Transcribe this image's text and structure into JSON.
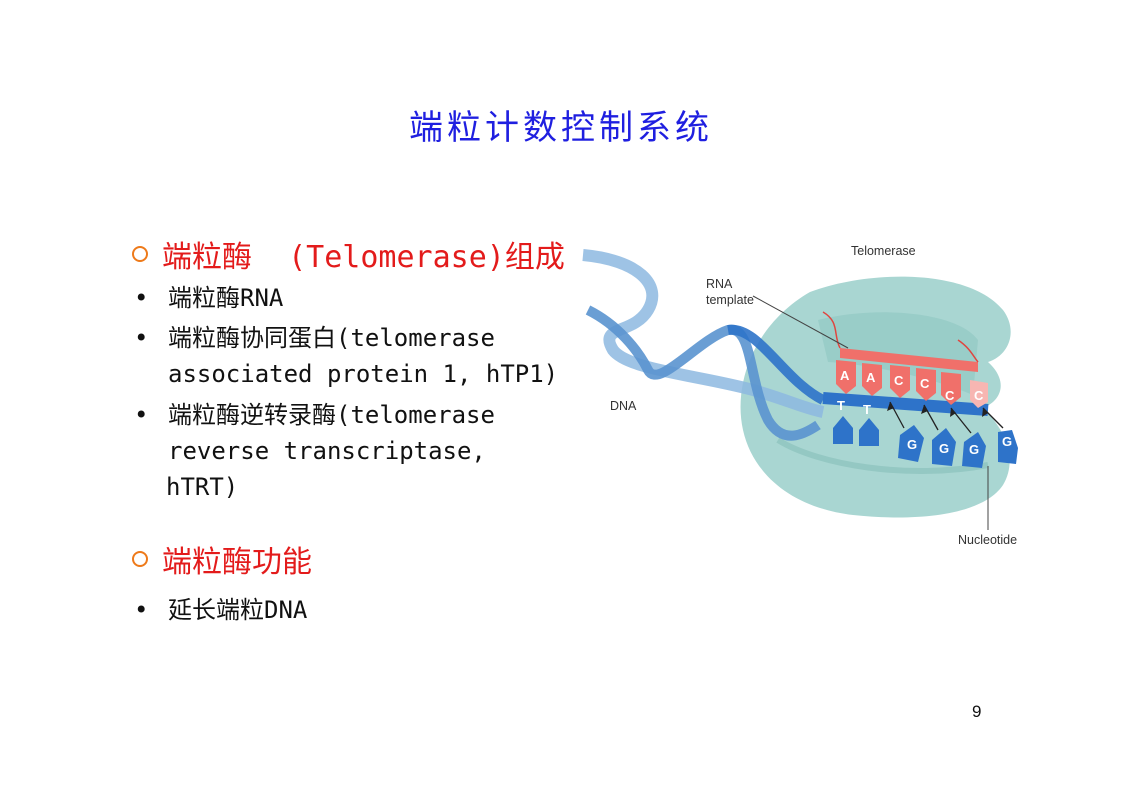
{
  "slide": {
    "title": "端粒计数控制系统",
    "page_number": "9"
  },
  "section1": {
    "heading": "端粒酶  (Telomerase)组成",
    "bullets": [
      {
        "text": "端粒酶RNA"
      },
      {
        "line1": "端粒酶协同蛋白(telomerase",
        "line2": "associated protein 1, hTP1)"
      },
      {
        "line1": "端粒酶逆转录酶(telomerase",
        "line2": "reverse transcriptase,",
        "line3": "hTRT)"
      }
    ]
  },
  "section2": {
    "heading": "端粒酶功能",
    "bullets": [
      {
        "text": "延长端粒DNA"
      }
    ]
  },
  "diagram": {
    "label_telomerase": "Telomerase",
    "label_rna_line1": "RNA",
    "label_rna_line2": "template",
    "label_dna": "DNA",
    "label_nucleotide": "Nucleotide",
    "template_bases": [
      "A",
      "A",
      "C",
      "C",
      "C",
      "C"
    ],
    "dna_bases": [
      "T",
      "T"
    ],
    "incoming_nucleotides": [
      "G",
      "G",
      "G",
      "G"
    ],
    "colors": {
      "enzyme": "#a9d6d2",
      "rna": "#f0706a",
      "dna": "#2e73c9",
      "title": "#1f1fe0",
      "heading": "#e31b1b"
    }
  }
}
